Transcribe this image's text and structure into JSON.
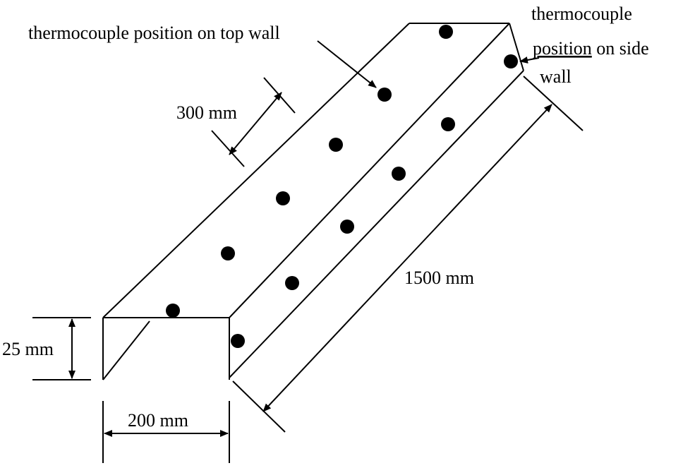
{
  "labels": {
    "top_wall": "thermocouple position on top wall",
    "side_wall_line1": "thermocouple",
    "side_wall_line2_a": "position",
    "side_wall_line2_b": " on side",
    "side_wall_line3": "wall",
    "spacing": "300 mm",
    "length": "1500 mm",
    "height": "25 mm",
    "width": "200 mm"
  },
  "colors": {
    "ink": "#000000",
    "background": "#ffffff"
  }
}
